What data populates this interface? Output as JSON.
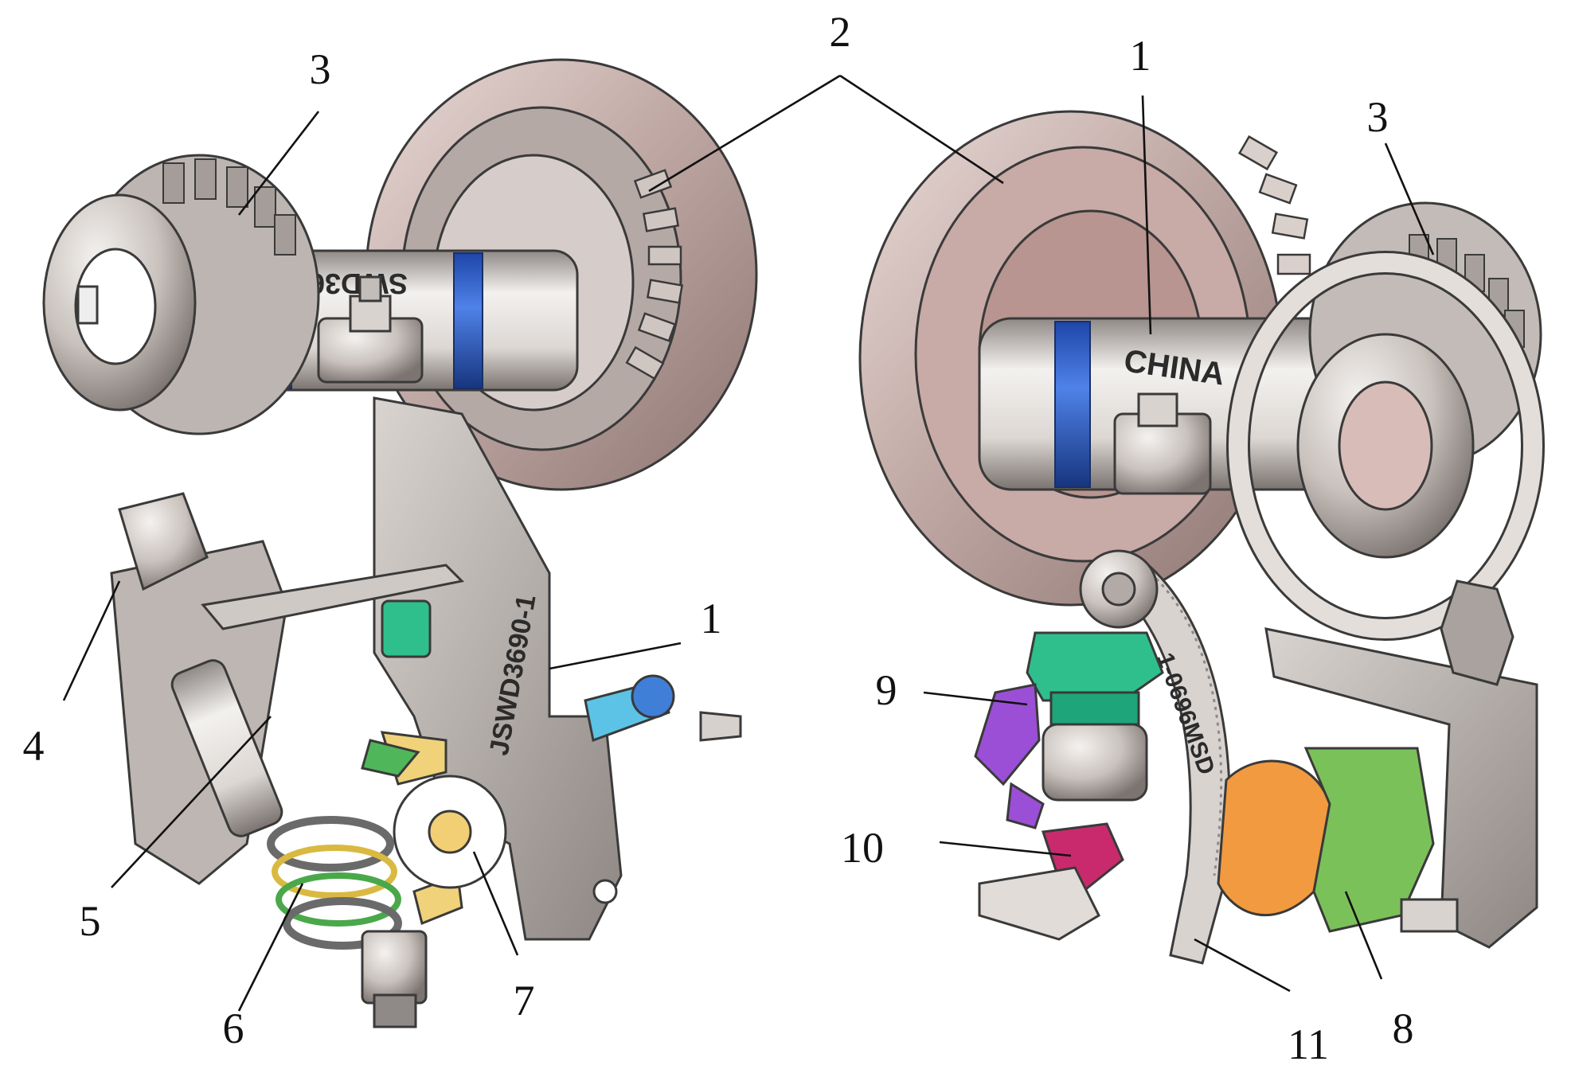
{
  "figure": {
    "callouts": {
      "left": {
        "one": "1",
        "two": "2",
        "three": "3",
        "four": "4",
        "five": "5",
        "six": "6",
        "seven": "7"
      },
      "right": {
        "one": "1",
        "three": "3",
        "eight": "8",
        "nine": "9",
        "ten": "10",
        "eleven": "11"
      }
    },
    "engravings": {
      "left_shaft": "SWD3690",
      "left_bracket": "JSWD3690-1",
      "right_shaft": "CHINA",
      "right_bracket": "1-0696MSD"
    }
  }
}
